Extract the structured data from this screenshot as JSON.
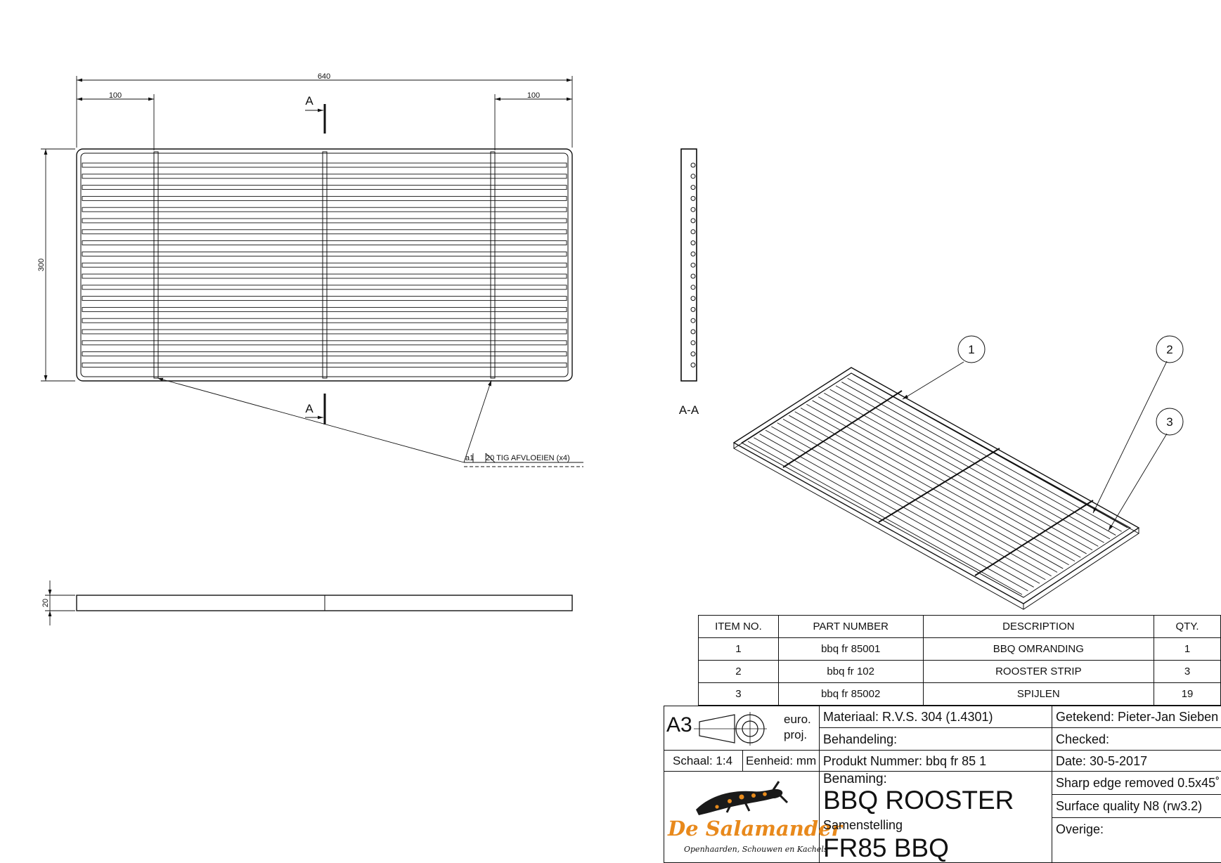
{
  "drawing": {
    "dimensions": {
      "overall_width": "640",
      "left_offset": "100",
      "right_offset": "100",
      "height": "300",
      "thickness": "20"
    },
    "section_marker": "A",
    "section_label": "A-A",
    "weld_note": {
      "prefix": "a1",
      "text": "20 TIG  AFVLOEIEN (x4)"
    },
    "balloons": [
      "1",
      "2",
      "3"
    ]
  },
  "bom": {
    "headers": [
      "ITEM NO.",
      "PART NUMBER",
      "DESCRIPTION",
      "QTY."
    ],
    "rows": [
      {
        "item": "1",
        "part": "bbq fr 85001",
        "desc": "BBQ OMRANDING",
        "qty": "1"
      },
      {
        "item": "2",
        "part": "bbq fr 102",
        "desc": "ROOSTER STRIP",
        "qty": "3"
      },
      {
        "item": "3",
        "part": "bbq fr 85002",
        "desc": "SPIJLEN",
        "qty": "19"
      }
    ]
  },
  "title_block": {
    "sheet_size": "A3",
    "projection": "euro.\nproj.",
    "projection_line1": "euro.",
    "projection_line2": "proj.",
    "scale": "Schaal: 1:4",
    "unit": "Eenheid: mm",
    "material": "Materiaal: R.V.S. 304 (1.4301)",
    "treatment": "Behandeling:",
    "product_number": "Produkt Nummer: bbq fr 85 1",
    "drawn_by": "Getekend: Pieter-Jan Sieben",
    "checked": "Checked:",
    "date": "Date: 30-5-2017",
    "edge_note": "Sharp edge removed 0.5x45˚",
    "surface_note": "Surface quality N8 (rw3.2)",
    "other": "Overige:",
    "name_label": "Benaming:",
    "name": "BBQ ROOSTER",
    "assembly_label": "Samenstelling",
    "assembly": "FR85 BBQ",
    "company": "De Salamander",
    "company_tagline": "Openhaarden, Schouwen en Kachels"
  }
}
